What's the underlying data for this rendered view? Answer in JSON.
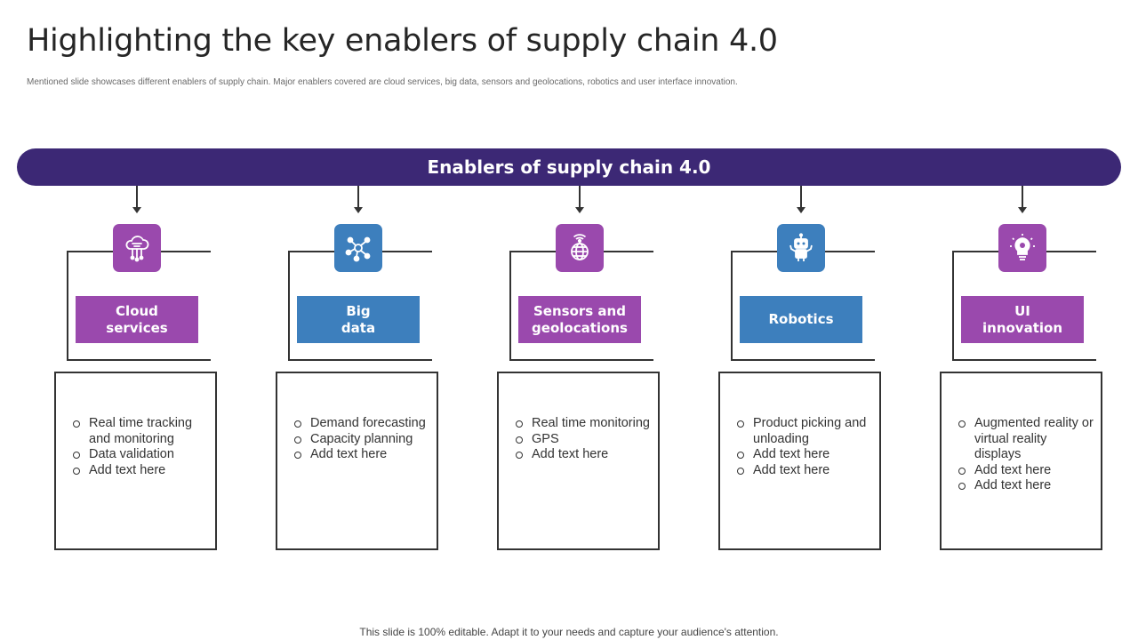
{
  "title": "Highlighting the key enablers of supply chain 4.0",
  "subtitle": "Mentioned slide showcases different enablers of supply chain. Major enablers covered are cloud services, big data, sensors and geolocations, robotics and user interface innovation.",
  "banner": "Enablers of supply chain 4.0",
  "colors": {
    "banner": "#3c2875",
    "purple": "#9a49ad",
    "blue": "#3d7fbd"
  },
  "enablers": [
    {
      "label": "Cloud\nservices",
      "icon": "cloud-network-icon",
      "color": "purple",
      "items": [
        "Real time tracking and monitoring",
        "Data validation",
        "Add text here"
      ]
    },
    {
      "label": "Big\ndata",
      "icon": "network-nodes-icon",
      "color": "blue",
      "items": [
        "Demand forecasting",
        "Capacity planning",
        "Add text here"
      ]
    },
    {
      "label": "Sensors and\ngeolocations",
      "icon": "globe-signal-icon",
      "color": "purple",
      "items": [
        "Real time monitoring",
        "GPS",
        "Add text here"
      ]
    },
    {
      "label": "Robotics",
      "icon": "robot-icon",
      "color": "blue",
      "items": [
        "Product picking and unloading",
        "Add text here",
        "Add text here"
      ]
    },
    {
      "label": "UI\ninnovation",
      "icon": "lightbulb-gear-icon",
      "color": "purple",
      "items": [
        "Augmented reality or virtual reality displays",
        "Add text here",
        "Add text here"
      ]
    }
  ],
  "footer": "This slide is 100% editable. Adapt it to your needs and capture your audience's attention."
}
